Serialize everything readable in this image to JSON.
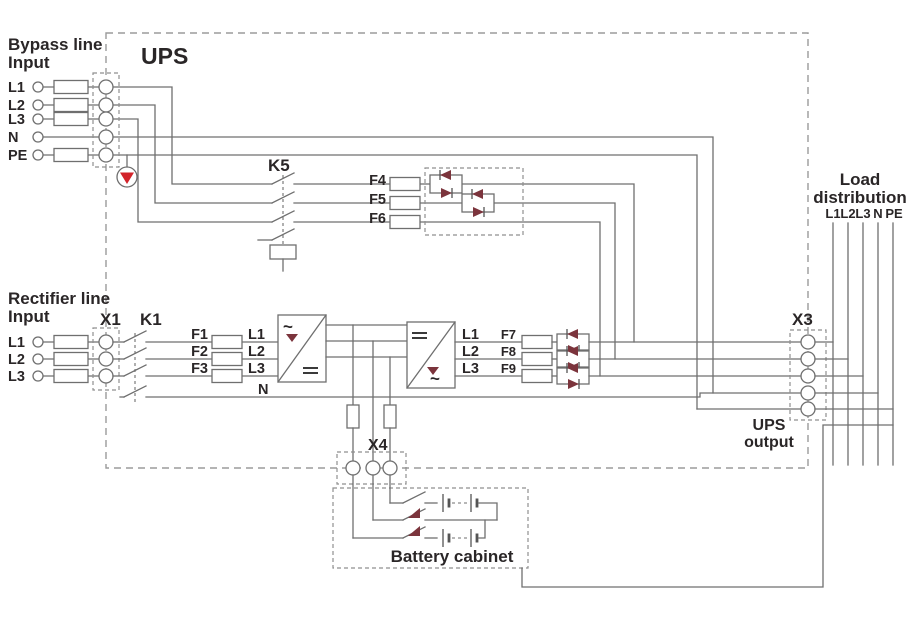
{
  "diagram_title": "UPS",
  "colors": {
    "wire": "#6f6f6f",
    "boundary_dash": "#9b9b9b",
    "text": "#2a2627",
    "surge_red": "#d2232a",
    "scr_maroon": "#7b343c"
  },
  "bypass_input": {
    "label_line1": "Bypass line",
    "label_line2": "Input",
    "lines": [
      "L1",
      "L2",
      "L3",
      "N",
      "PE"
    ]
  },
  "rectifier_input": {
    "label_line1": "Rectifier line",
    "label_line2": "Input",
    "lines": [
      "L1",
      "L2",
      "L3"
    ]
  },
  "contactors": {
    "bypass": "K5",
    "rectifier": "K1"
  },
  "fuses": {
    "rectifier": [
      "F1",
      "F2",
      "F3"
    ],
    "bypass": [
      "F4",
      "F5",
      "F6"
    ],
    "output": [
      "F7",
      "F8",
      "F9"
    ]
  },
  "terminals": {
    "rectifier_input": "X1",
    "output": "X3",
    "battery": "X4"
  },
  "rectifier_block": {
    "ac": "~"
  },
  "inverter_block": {
    "ac": "~"
  },
  "converter_io": {
    "rectifier_in": [
      "L1",
      "L2",
      "L3"
    ],
    "neutral": "N",
    "inverter_out": [
      "L1",
      "L2",
      "L3"
    ]
  },
  "load_distribution": {
    "label_line1": "Load",
    "label_line2": "distribution",
    "columns": [
      "L1",
      "L2",
      "L3",
      "N",
      "PE"
    ]
  },
  "ups_output": {
    "line1": "UPS",
    "line2": "output"
  },
  "battery_cabinet_label": "Battery cabinet"
}
